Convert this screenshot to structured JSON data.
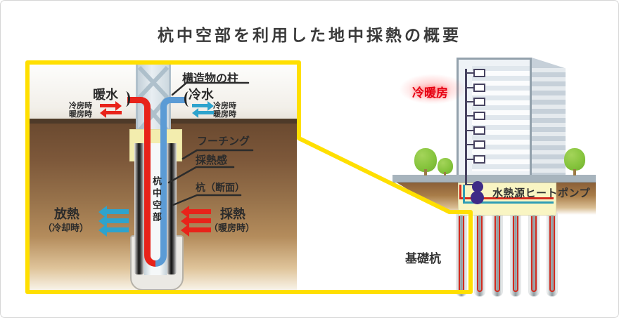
{
  "title": "杭中空部を利用した地中採熱の概要",
  "detail_panel": {
    "column_label": "構造物の柱",
    "warm_water_label": "暖水",
    "cold_water_label": "冷水",
    "cooling_label": "冷房時",
    "heating_label": "暖房時",
    "footing_label": "フーチング",
    "heat_collection_pipe_label": "採熱感",
    "pile_hollow_label": "杭中空部",
    "pile_section_label": "杭（断面）",
    "heat_release_label": "放熱",
    "heat_release_mode": "（冷却時）",
    "heat_collect_label": "採熱",
    "heat_collect_mode": "（暖房時）"
  },
  "scene": {
    "hvac_label": "冷暖房",
    "heat_pump_label": "水熱源ヒートポンプ",
    "foundation_pile_label": "基礎杭"
  },
  "colors": {
    "callout_yellow": "#ffdf00",
    "warm_red": "#e8231a",
    "cold_pipe_blue": "#5b9bd5",
    "arrow_teal": "#2ea3cd",
    "hvac_red": "#e60012",
    "heat_pump_purple": "#3e2b87"
  }
}
